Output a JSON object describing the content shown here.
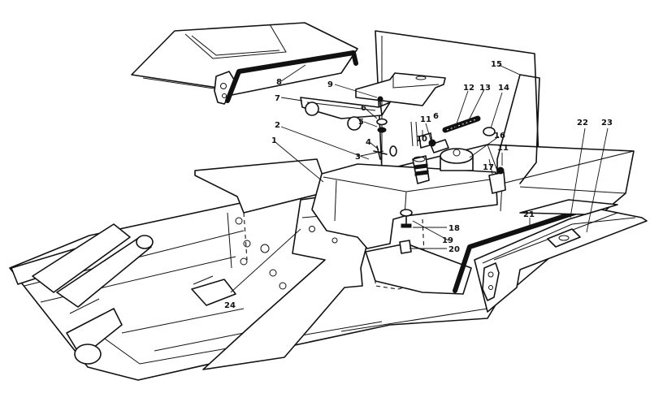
{
  "callouts": [
    {
      "id": "c1",
      "label": "1"
    },
    {
      "id": "c2",
      "label": "2"
    },
    {
      "id": "c3",
      "label": "3"
    },
    {
      "id": "c4",
      "label": "4"
    },
    {
      "id": "c5",
      "label": "5"
    },
    {
      "id": "c6a",
      "label": "6"
    },
    {
      "id": "c6b",
      "label": "6"
    },
    {
      "id": "c7",
      "label": "7"
    },
    {
      "id": "c8",
      "label": "8"
    },
    {
      "id": "c9",
      "label": "9"
    },
    {
      "id": "c10",
      "label": "10"
    },
    {
      "id": "c11a",
      "label": "11"
    },
    {
      "id": "c11b",
      "label": "11"
    },
    {
      "id": "c12",
      "label": "12"
    },
    {
      "id": "c13",
      "label": "13"
    },
    {
      "id": "c14",
      "label": "14"
    },
    {
      "id": "c15",
      "label": "15"
    },
    {
      "id": "c16",
      "label": "16"
    },
    {
      "id": "c17",
      "label": "17"
    },
    {
      "id": "c18",
      "label": "18"
    },
    {
      "id": "c19",
      "label": "19"
    },
    {
      "id": "c20",
      "label": "20"
    },
    {
      "id": "c21",
      "label": "21"
    },
    {
      "id": "c22",
      "label": "22"
    },
    {
      "id": "c23",
      "label": "23"
    },
    {
      "id": "c24",
      "label": "24"
    }
  ]
}
